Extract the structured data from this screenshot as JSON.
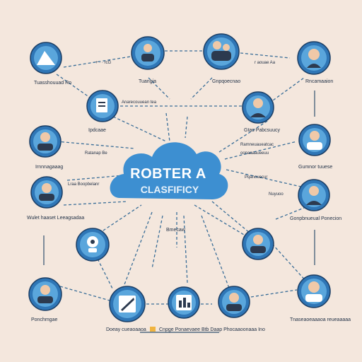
{
  "center": {
    "title": "ROBTER A",
    "subtitle": "CLASFIFICY"
  },
  "node_labels": {
    "top_left": "Tuasshouuad Ro",
    "top_center_a": "Tuangia",
    "top_center_b": "Gnpqoecnao",
    "top_right": "Rncamaaion",
    "upper_left_mid": "Ipdcaae",
    "right_upper": "Gtas Pabcsuucy",
    "right_upper_b": "Gumnor tuuese",
    "left_mid": "Irnnnagaaag",
    "left_lower": "Wulet haaset Leeagsadaa",
    "right_mid": "Gonpbnueual Ponecion",
    "center_bottom": "Bmecaw",
    "bottom_left": "Ponchmgae",
    "bottom_center_a": "Doeay cueaoaaoa",
    "bottom_center_b": "Cnpge Ponaevaee Btb Daap Phocaaoonaaa Ino",
    "bottom_right": "Tnaseaoeaaaoa reueaaaaa"
  },
  "annotations": {
    "top_left_arrow": "+ · · rcG",
    "top_right_arrow": "r  aouae Aa",
    "upper_mid": "Anarecouuean tea",
    "mid_left_1": "Ratanap Be",
    "mid_right_1": "Ramneuaueatcac",
    "mid_right_2": "oonaaaaueeuu",
    "left_mid_1": "Lraa Boopbelanr",
    "right_mid_1": "Pqanouecur",
    "right_mid_2": "Nuyuoo"
  },
  "colors": {
    "background": "#f4e7dd",
    "node_ring": "#2f76b6",
    "node_fill": "#5aa6dc",
    "cloud": "#3d8fd1",
    "edge": "#3a6e98",
    "accent_badge": "#f0b440"
  },
  "icons": [
    "mountain-icon",
    "person-icon",
    "person-group-icon",
    "person-icon",
    "document-icon",
    "person-icon",
    "person-icon",
    "person-icon",
    "person-icon",
    "robot-icon",
    "person-icon",
    "person-icon",
    "document-icon",
    "person-icon",
    "chart-icon",
    "person-icon",
    "person-icon"
  ]
}
